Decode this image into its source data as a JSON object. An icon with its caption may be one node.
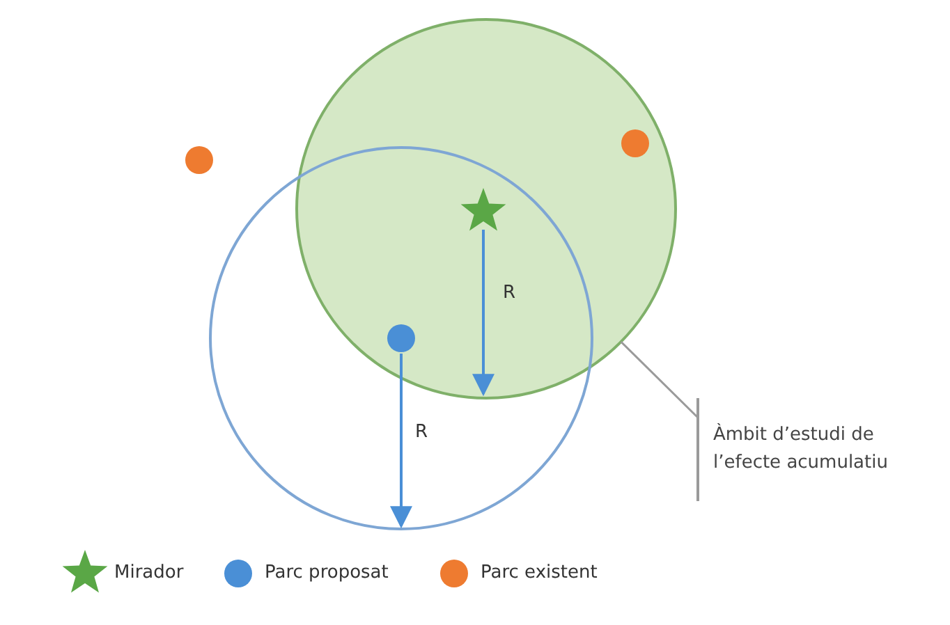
{
  "diagram": {
    "nodes": [
      {
        "text": [],
        "shape": "circle"
      },
      {
        "text": [
          "Àmbit d’estudi de l’efecte acumulatiu"
        ]
      }
    ],
    "edges": [
      {
        "from": 1,
        "to": 0,
        "arrow": "none"
      }
    ],
    "labels": [
      "R",
      "R"
    ],
    "legend": [
      {
        "text": "Mirador"
      },
      {
        "text": "Parc proposat"
      },
      {
        "text": "Parc existent"
      }
    ]
  }
}
